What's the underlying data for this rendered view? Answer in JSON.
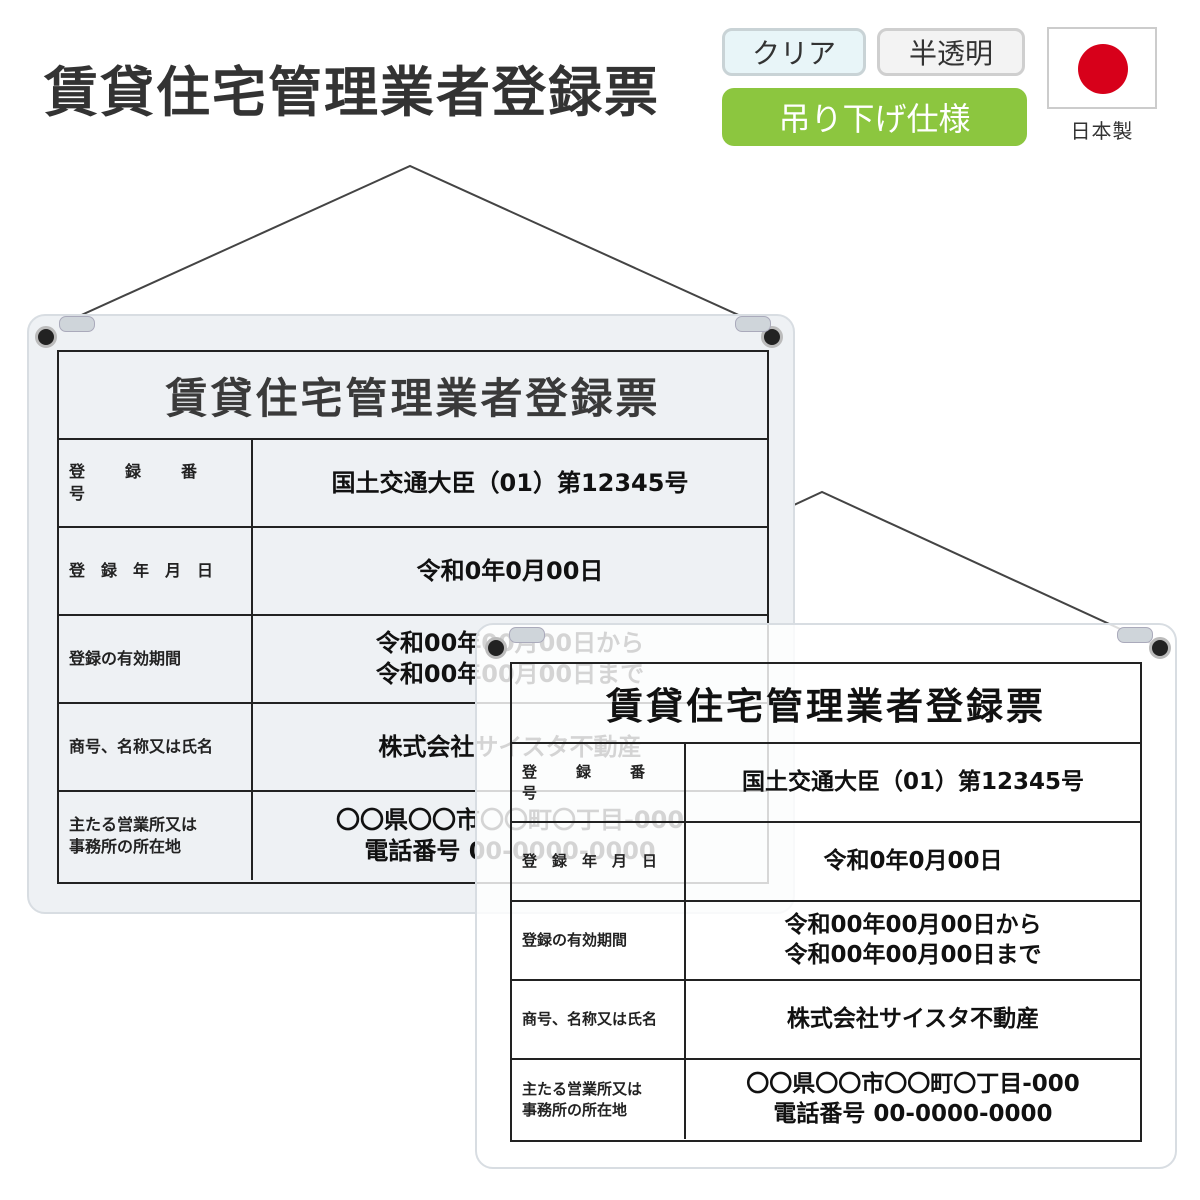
{
  "header": {
    "title": "賃貸住宅管理業者登録票",
    "badges": {
      "clear": "クリア",
      "semi_transparent": "半透明",
      "hanging": "吊り下げ仕様"
    },
    "made_in": "日本製"
  },
  "colors": {
    "accent_green": "#8cc63f",
    "flag_red": "#d7001a",
    "badge_clear_bg": "#e8f5f8"
  },
  "sign": {
    "title": "賃貸住宅管理業者登録票",
    "rows": [
      {
        "label": "登　録　番　号",
        "value": "国土交通大臣（01）第12345号"
      },
      {
        "label": "登　録　年　月　日",
        "value": "令和0年0月00日"
      },
      {
        "label": "登録の有効期間",
        "value": "令和00年00月00日から\n令和00年00月00日まで"
      },
      {
        "label": "商号、名称又は氏名",
        "value": "株式会社サイスタ不動産"
      },
      {
        "label": "主たる営業所又は\n事務所の所在地",
        "value": "〇〇県〇〇市〇〇町〇丁目-000\n電話番号 00-0000-0000"
      }
    ]
  }
}
